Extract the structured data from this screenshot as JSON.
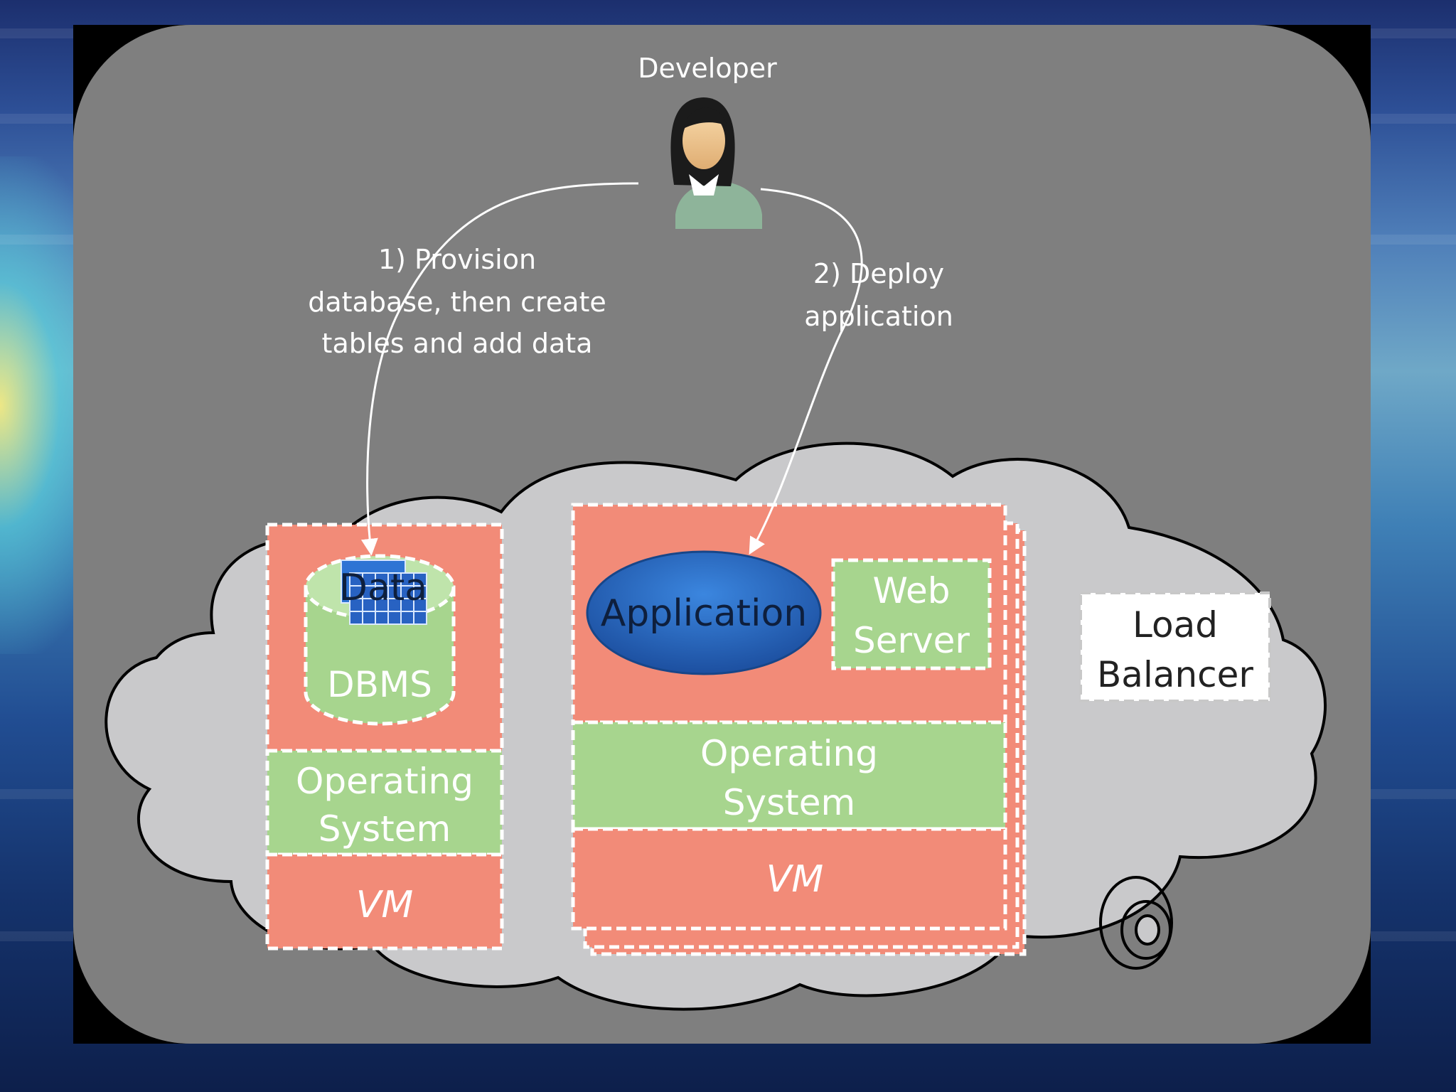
{
  "diagram": {
    "actor": {
      "label": "Developer"
    },
    "steps": {
      "provision": {
        "line1": "1) Provision",
        "line2": "database, then create",
        "line3": "tables and add data"
      },
      "deploy": {
        "line1": "2) Deploy",
        "line2": "application"
      }
    },
    "db_stack": {
      "data_label": "Data",
      "dbms_label": "DBMS",
      "os_line1": "Operating",
      "os_line2": "System",
      "vm_label": "VM"
    },
    "app_stack": {
      "application_label": "Application",
      "webserver_line1": "Web",
      "webserver_line2": "Server",
      "os_line1": "Operating",
      "os_line2": "System",
      "vm_label": "VM"
    },
    "load_balancer": {
      "line1": "Load",
      "line2": "Balancer"
    }
  },
  "colors": {
    "panel": "#7f7f7f",
    "cloud": "#c9c9cb",
    "vm_layer": "#f28b78",
    "os_layer": "#a7d58e",
    "application": "#1f5db0",
    "white": "#ffffff"
  }
}
